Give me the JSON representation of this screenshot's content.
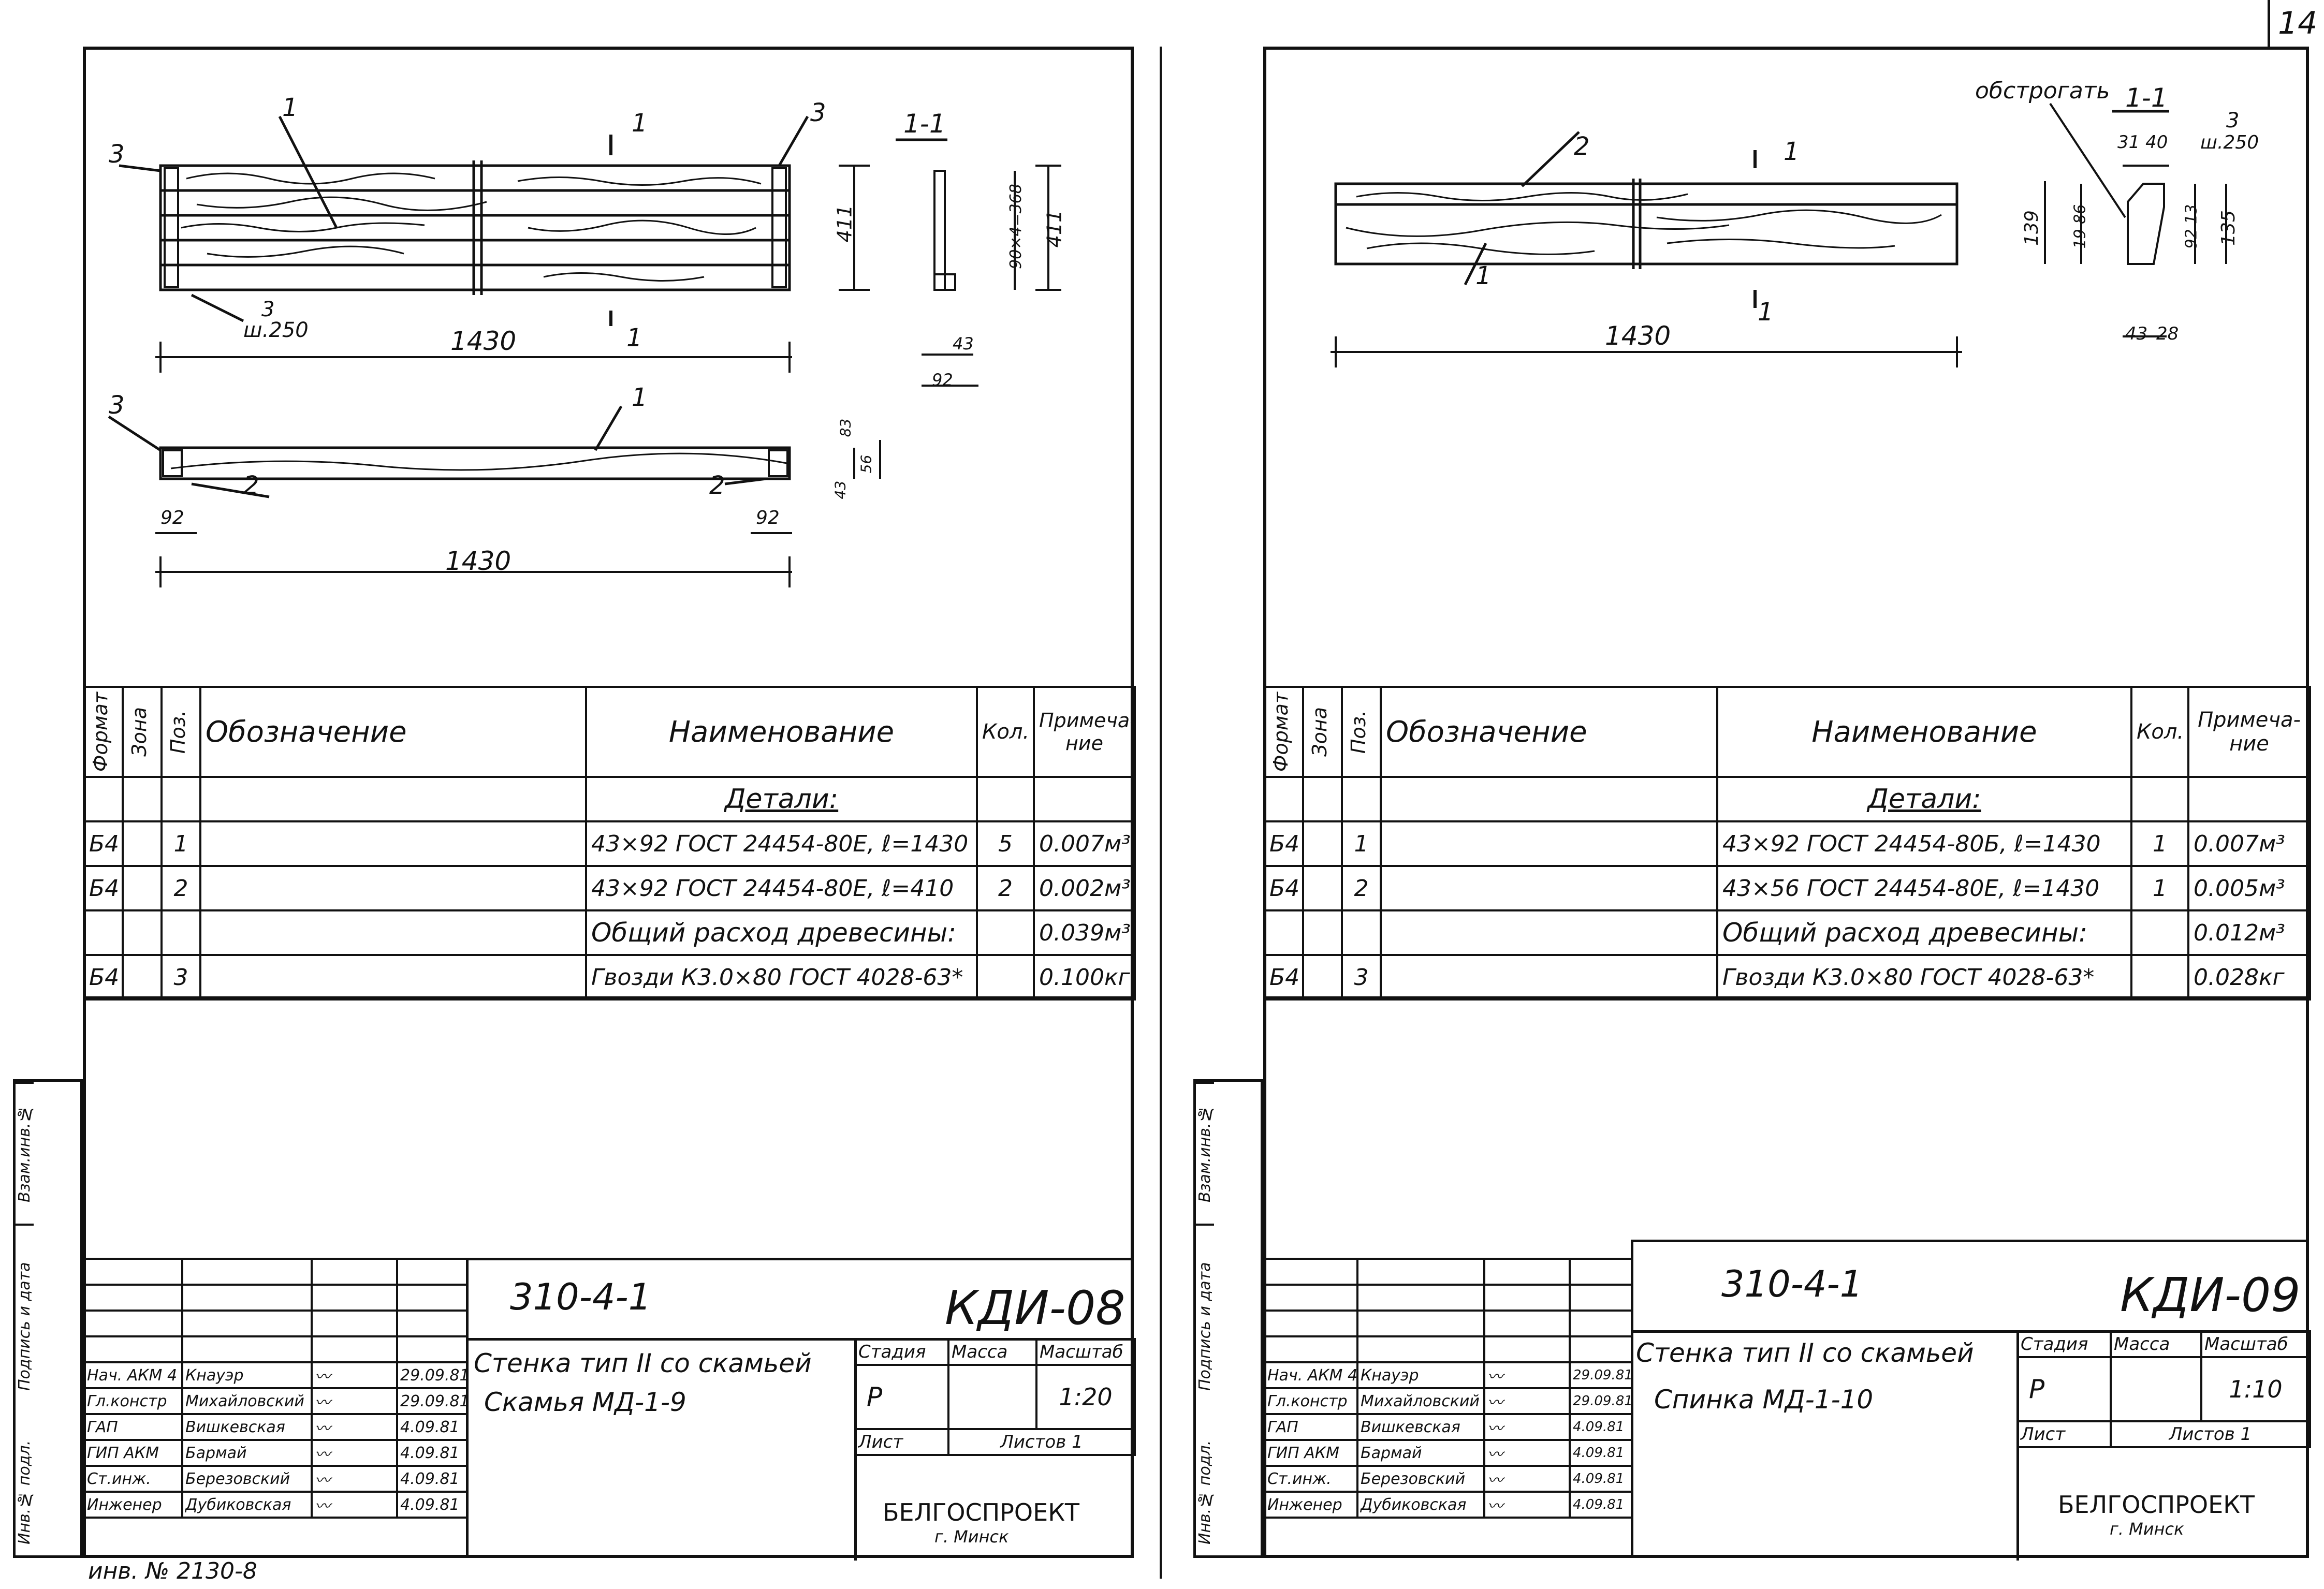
{
  "page_number": "14",
  "left_sheet": {
    "drawing": {
      "section_label": "1-1",
      "cut_mark": "1",
      "positions": {
        "p1": "1",
        "p2": "2",
        "p3": "3"
      },
      "nail_note": "ш.250",
      "dim_length": "1430",
      "dim_height": "411",
      "dim_stack": "90×4=368",
      "dim_43": "43",
      "dim_92": "92",
      "dim_83": "83",
      "dim_56": "56"
    },
    "spec": {
      "headers": {
        "format": "Формат",
        "zone": "Зона",
        "pos": "Поз.",
        "designation": "Обозначение",
        "name": "Наименование",
        "qty": "Кол.",
        "note": "Примеча-ние"
      },
      "section_title": "Детали:",
      "rows": [
        {
          "format": "Б4",
          "pos": "1",
          "name": "43×92 ГОСТ 24454-80Е, ℓ=1430",
          "qty": "5",
          "note": "0.007м³"
        },
        {
          "format": "Б4",
          "pos": "2",
          "name": "43×92 ГОСТ 24454-80Е, ℓ=410",
          "qty": "2",
          "note": "0.002м³"
        },
        {
          "format": "",
          "pos": "",
          "name": "Общий расход древесины:",
          "qty": "",
          "note": "0.039м³"
        },
        {
          "format": "Б4",
          "pos": "3",
          "name": "Гвозди К3.0×80 ГОСТ 4028-63*",
          "qty": "",
          "note": "0.100кг"
        }
      ]
    },
    "title_block": {
      "project_code": "310-4-1",
      "sheet_code": "КДИ-08",
      "title_line1": "Стенка тип II со скамьей",
      "title_line2": "Скамья МД-1-9",
      "stage_label": "Стадия",
      "mass_label": "Масса",
      "scale_label": "Масштаб",
      "stage": "Р",
      "scale": "1:20",
      "sheet_label": "Лист",
      "sheets_label": "Листов 1",
      "org": "БЕЛГОСПРОЕКТ",
      "city": "г. Минск",
      "signatures": [
        {
          "role": "Нач. АКМ 4",
          "name": "Кнауэр",
          "date": "29.09.81"
        },
        {
          "role": "Гл.констр",
          "name": "Михайловский",
          "date": "29.09.81"
        },
        {
          "role": "ГАП",
          "name": "Вишкевская",
          "date": "4.09.81"
        },
        {
          "role": "ГИП АКМ",
          "name": "Бармай",
          "date": "4.09.81"
        },
        {
          "role": "Ст.инж.",
          "name": "Березовский",
          "date": "4.09.81"
        },
        {
          "role": "Инженер",
          "name": "Дубиковская",
          "date": "4.09.81"
        }
      ]
    },
    "side_labels": [
      "Взам.инв.№",
      "Подпись и дата",
      "Инв.№ подл."
    ],
    "footer_note": "инв. № 2130-8"
  },
  "right_sheet": {
    "drawing": {
      "section_label": "1-1",
      "planing_note": "обстрогать",
      "cut_mark": "1",
      "positions": {
        "p1": "1",
        "p2": "2",
        "p3": "3"
      },
      "nail_note": "ш.250",
      "dim_length": "1430",
      "dim_139": "139",
      "dim_19_86": "19 86",
      "dim_31_40": "31 40",
      "dim_92_13": "92 13",
      "dim_135": "135",
      "dim_43": "43",
      "dim_28": "28"
    },
    "spec": {
      "headers": {
        "format": "Формат",
        "zone": "Зона",
        "pos": "Поз.",
        "designation": "Обозначение",
        "name": "Наименование",
        "qty": "Кол.",
        "note": "Примеча-ние"
      },
      "section_title": "Детали:",
      "rows": [
        {
          "format": "Б4",
          "pos": "1",
          "name": "43×92 ГОСТ 24454-80Б, ℓ=1430",
          "qty": "1",
          "note": "0.007м³"
        },
        {
          "format": "Б4",
          "pos": "2",
          "name": "43×56 ГОСТ 24454-80Е, ℓ=1430",
          "qty": "1",
          "note": "0.005м³"
        },
        {
          "format": "",
          "pos": "",
          "name": "Общий расход древесины:",
          "qty": "",
          "note": "0.012м³"
        },
        {
          "format": "Б4",
          "pos": "3",
          "name": "Гвозди К3.0×80 ГОСТ 4028-63*",
          "qty": "",
          "note": "0.028кг"
        }
      ]
    },
    "title_block": {
      "project_code": "310-4-1",
      "sheet_code": "КДИ-09",
      "title_line1": "Стенка тип II со скамьей",
      "title_line2": "Спинка МД-1-10",
      "stage_label": "Стадия",
      "mass_label": "Масса",
      "scale_label": "Масштаб",
      "stage": "Р",
      "scale": "1:10",
      "sheet_label": "Лист",
      "sheets_label": "Листов 1",
      "org": "БЕЛГОСПРОЕКТ",
      "city": "г. Минск",
      "signatures": [
        {
          "role": "Нач. АКМ 4",
          "name": "Кнауэр",
          "date": "29.09.81"
        },
        {
          "role": "Гл.констр",
          "name": "Михайловский",
          "date": "29.09.81"
        },
        {
          "role": "ГАП",
          "name": "Вишкевская",
          "date": "4.09.81"
        },
        {
          "role": "ГИП АКМ",
          "name": "Бармай",
          "date": "4.09.81"
        },
        {
          "role": "Ст.инж.",
          "name": "Березовский",
          "date": "4.09.81"
        },
        {
          "role": "Инженер",
          "name": "Дубиковская",
          "date": "4.09.81"
        }
      ]
    },
    "side_labels": [
      "Взам.инв.№",
      "Подпись и дата",
      "Инв.№ подл."
    ]
  }
}
